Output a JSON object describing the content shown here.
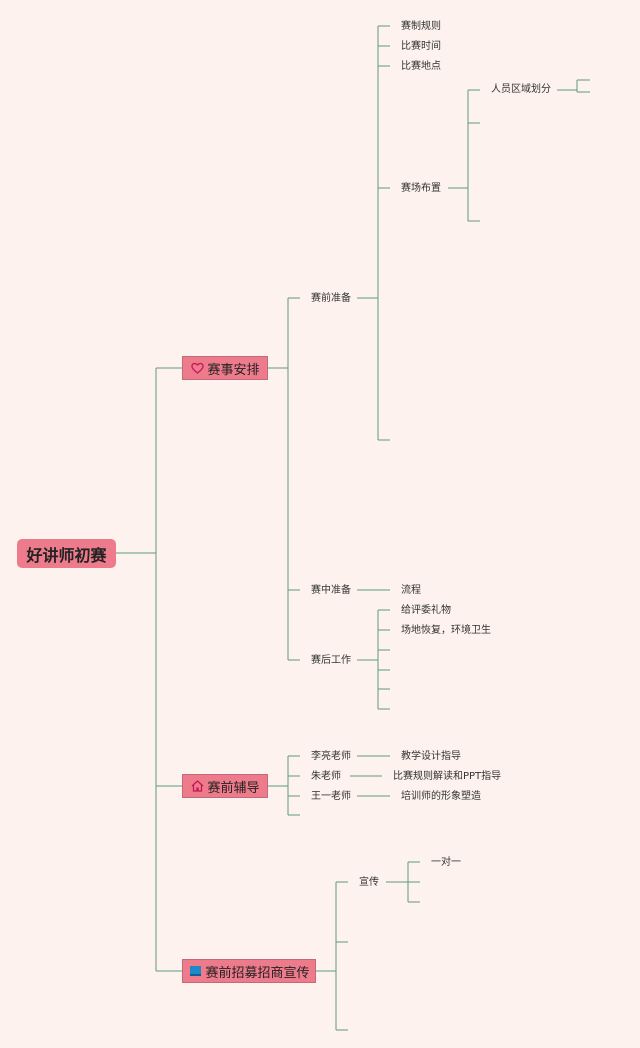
{
  "root": {
    "label": "好讲师初赛"
  },
  "branches": {
    "schedule": {
      "label": "赛事安排",
      "icon": "heart-icon",
      "pre_match": {
        "label": "赛前准备",
        "rules": "赛制规则",
        "time": "比赛时间",
        "venue": "比赛地点",
        "layout": {
          "label": "赛场布置",
          "zoning": "人员区域划分"
        }
      },
      "in_match": {
        "label": "赛中准备",
        "process": "流程"
      },
      "post_match": {
        "label": "赛后工作",
        "gifts": "给评委礼物",
        "cleanup": "场地恢复，环境卫生"
      }
    },
    "coaching": {
      "label": "赛前辅导",
      "icon": "house-icon",
      "li": {
        "name": "李亮老师",
        "topic": "教学设计指导"
      },
      "zhu": {
        "name": "朱老师",
        "topic": "比赛规则解读和PPT指导"
      },
      "wang": {
        "name": "王一老师",
        "topic": "培训师的形象塑造"
      }
    },
    "promotion": {
      "label": "赛前招募招商宣传",
      "icon": "flag-icon",
      "publicity": {
        "label": "宣传",
        "one_on_one": "一对一"
      }
    }
  }
}
